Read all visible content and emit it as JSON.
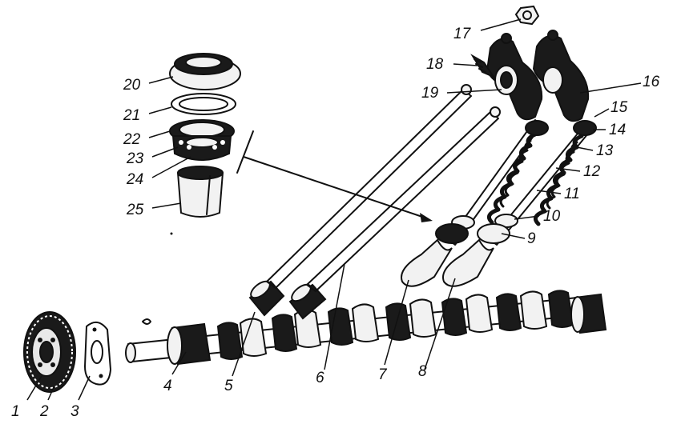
{
  "labels": [
    {
      "id": "1",
      "text": "1",
      "part": "timing-gear"
    },
    {
      "id": "2",
      "text": "2",
      "part": "timing-gear"
    },
    {
      "id": "3",
      "text": "3",
      "part": "gasket"
    },
    {
      "id": "4",
      "text": "4",
      "part": "camshaft-bearing-journal"
    },
    {
      "id": "5",
      "text": "5",
      "part": "tappet"
    },
    {
      "id": "6",
      "text": "6",
      "part": "pushrod"
    },
    {
      "id": "7",
      "text": "7",
      "part": "valve"
    },
    {
      "id": "8",
      "text": "8",
      "part": "valve"
    },
    {
      "id": "9",
      "text": "9",
      "part": "valve-spring-seat"
    },
    {
      "id": "10",
      "text": "10",
      "part": "valve-stem-seal"
    },
    {
      "id": "11",
      "text": "11",
      "part": "inner-valve-spring"
    },
    {
      "id": "12",
      "text": "12",
      "part": "outer-valve-spring"
    },
    {
      "id": "13",
      "text": "13",
      "part": "spring-retainer"
    },
    {
      "id": "14",
      "text": "14",
      "part": "valve-keeper"
    },
    {
      "id": "15",
      "text": "15",
      "part": "valve-cap"
    },
    {
      "id": "16",
      "text": "16",
      "part": "rocker-arm"
    },
    {
      "id": "17",
      "text": "17",
      "part": "lock-nut"
    },
    {
      "id": "18",
      "text": "18",
      "part": "adjusting-screw"
    },
    {
      "id": "19",
      "text": "19",
      "part": "rocker-bushing"
    },
    {
      "id": "20",
      "text": "20",
      "part": "rotator-cover"
    },
    {
      "id": "21",
      "text": "21",
      "part": "disc-spring"
    },
    {
      "id": "22",
      "text": "22",
      "part": "ball-race"
    },
    {
      "id": "23",
      "text": "23",
      "part": "ball"
    },
    {
      "id": "24",
      "text": "24",
      "part": "rotator-housing"
    },
    {
      "id": "25",
      "text": "25",
      "part": "split-sleeve"
    }
  ],
  "colors": {
    "ink": "#111111",
    "paper": "#ffffff"
  }
}
